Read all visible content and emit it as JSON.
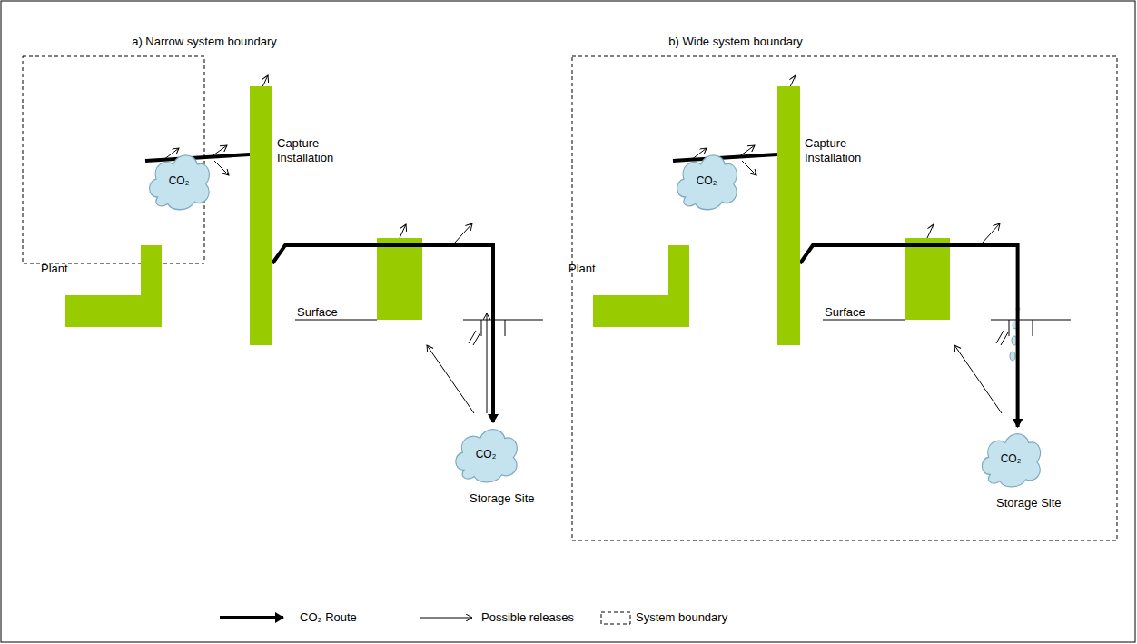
{
  "diagram": {
    "nodes": [
      {
        "text": [
          "Plant"
        ]
      },
      {
        "text": [
          "CO₂"
        ]
      },
      {
        "text": [
          "Capture Installation"
        ]
      },
      {
        "text": [
          "CO₂",
          "Storage Site"
        ]
      },
      {
        "text": [
          "Plant"
        ]
      },
      {
        "text": [
          "CO₂"
        ]
      },
      {
        "text": [
          "Capture Installation"
        ]
      },
      {
        "text": [
          "CO₂",
          "Storage Site"
        ]
      }
    ],
    "edges": [
      {
        "from": 1,
        "to": 2,
        "arrow": "none"
      },
      {
        "from": 2,
        "to": 3,
        "arrow": "to"
      },
      {
        "from": 5,
        "to": 6,
        "arrow": "none"
      },
      {
        "from": 6,
        "to": 7,
        "arrow": "to"
      }
    ],
    "labels": [
      "a) Narrow system boundary",
      "Surface",
      "b) Wide system boundary",
      "Surface"
    ],
    "legend": [
      {
        "text": "CO₂ Route"
      },
      {
        "text": "Possible releases"
      },
      {
        "text": "System boundary"
      }
    ]
  }
}
